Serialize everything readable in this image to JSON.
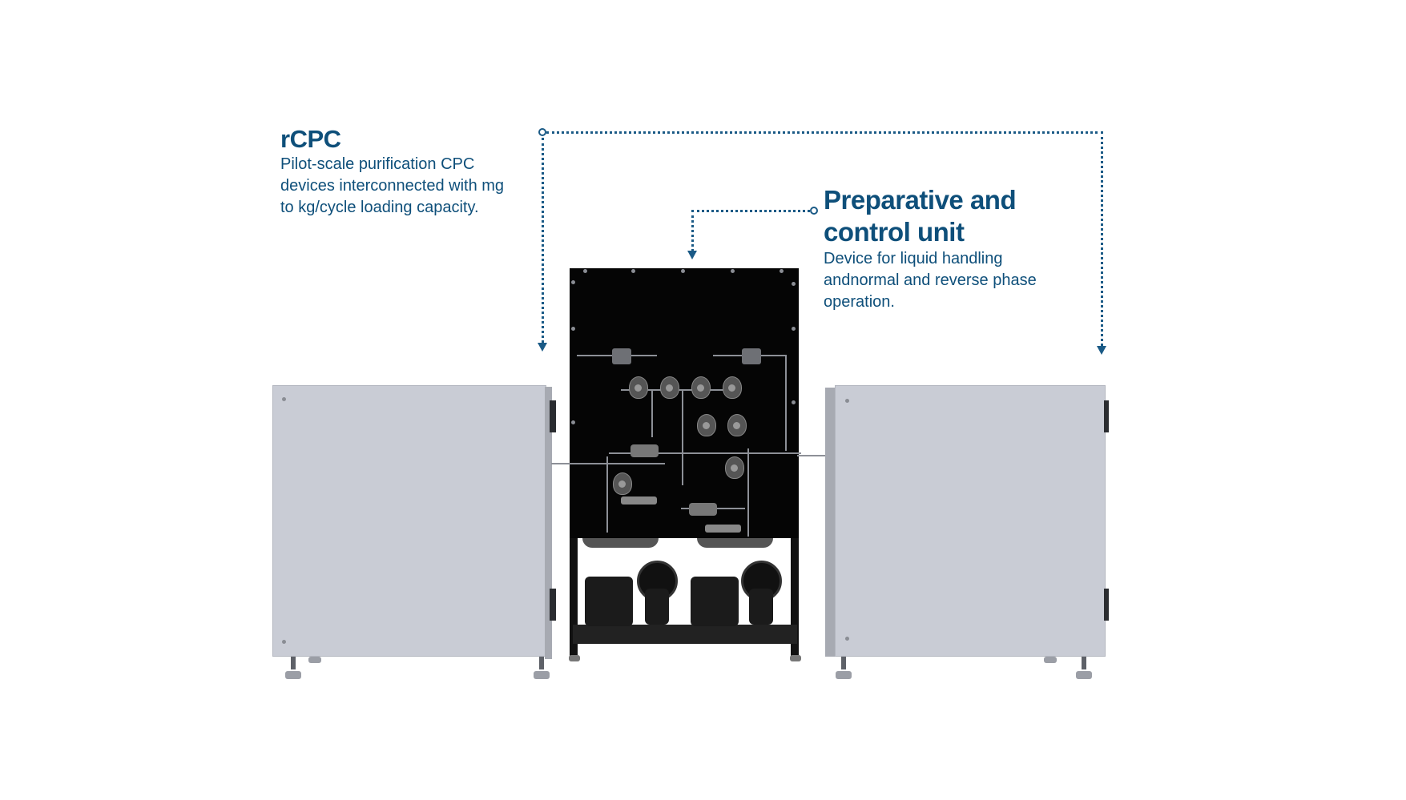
{
  "labels": {
    "rcpc": {
      "title": "rCPC",
      "lines": [
        "Pilot-scale purification CPC",
        "devices interconnected with mg",
        "to kg/cycle loading capacity."
      ]
    },
    "control_unit": {
      "title_lines": [
        "Preparative and",
        "control unit"
      ],
      "lines": [
        "Device for liquid handling",
        "andnormal and reverse phase",
        "operation."
      ]
    }
  },
  "components": [
    {
      "name": "Left rCPC cabinet"
    },
    {
      "name": "Preparative and control unit"
    },
    {
      "name": "Right rCPC cabinet"
    }
  ],
  "colors": {
    "text": "#0e4f7a",
    "connector": "#1a5a86",
    "cabinet": "#c9ccd5",
    "panel": "#050505"
  }
}
